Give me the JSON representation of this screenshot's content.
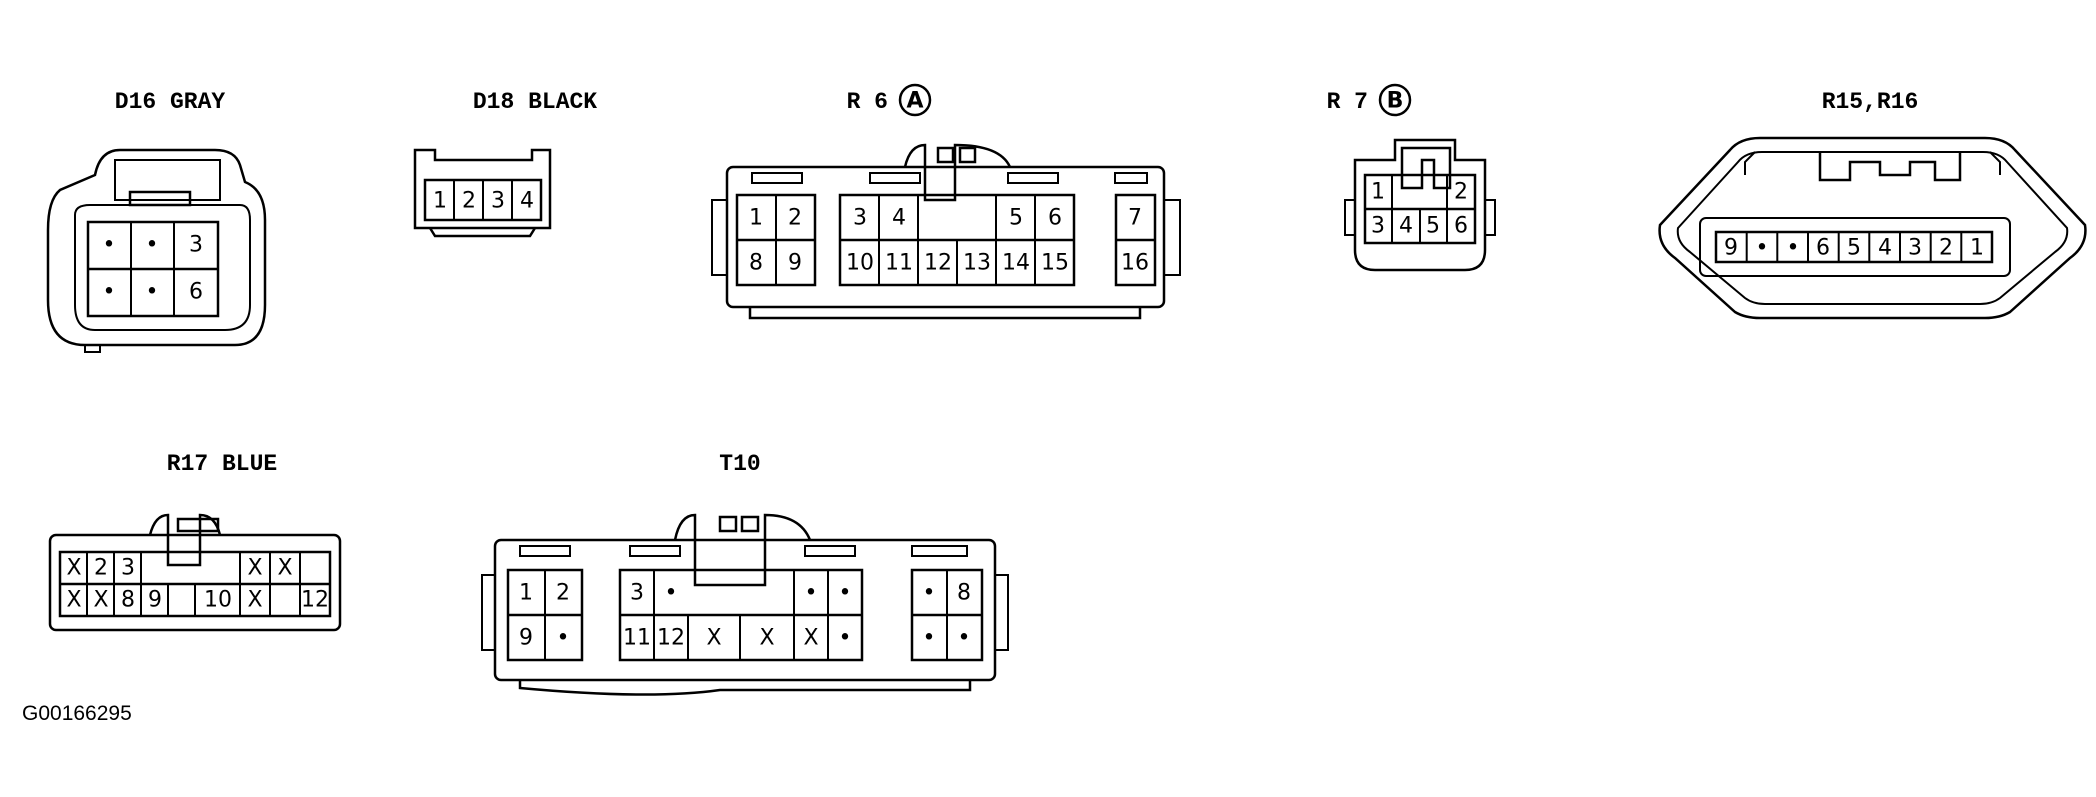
{
  "figure_id": "G00166295",
  "connectors": [
    {
      "id": "d16",
      "title": "D16  GRAY",
      "rows": [
        [
          "•",
          "•",
          "3"
        ],
        [
          "•",
          "•",
          "6"
        ]
      ]
    },
    {
      "id": "d18",
      "title": "D18  BLACK",
      "rows": [
        [
          "1",
          "2",
          "3",
          "4"
        ]
      ]
    },
    {
      "id": "r6",
      "title": "R 6",
      "badge": "A",
      "groups": [
        {
          "rows": [
            [
              "1",
              "2"
            ],
            [
              "8",
              "9"
            ]
          ]
        },
        {
          "rows": [
            [
              "3",
              "4",
              "",
              "",
              "5",
              "6"
            ],
            [
              "10",
              "11",
              "12",
              "13",
              "14",
              "15"
            ]
          ]
        },
        {
          "rows": [
            [
              "7"
            ],
            [
              "16"
            ]
          ]
        }
      ]
    },
    {
      "id": "r7",
      "title": "R 7",
      "badge": "B",
      "rows": [
        [
          "1",
          "",
          "",
          "2"
        ],
        [
          "3",
          "4",
          "5",
          "6"
        ]
      ]
    },
    {
      "id": "r15",
      "title": "R15,R16",
      "rows": [
        [
          "9",
          "•",
          "•",
          "6",
          "5",
          "4",
          "3",
          "2",
          "1"
        ]
      ]
    },
    {
      "id": "r17",
      "title": "R17  BLUE",
      "rows": [
        [
          "X",
          "2",
          "3",
          "",
          "",
          "X",
          "X"
        ],
        [
          "X",
          "X",
          "8",
          "9",
          "10",
          "X",
          "12"
        ]
      ]
    },
    {
      "id": "t10",
      "title": "T10",
      "groups": [
        {
          "rows": [
            [
              "1",
              "2"
            ],
            [
              "9",
              "•"
            ]
          ]
        },
        {
          "rows": [
            [
              "3",
              "•",
              "",
              "",
              "•",
              "•"
            ],
            [
              "11",
              "12",
              "X",
              "X",
              "X",
              "•"
            ]
          ]
        },
        {
          "rows": [
            [
              "•",
              "8"
            ],
            [
              "•",
              "•"
            ]
          ]
        }
      ]
    }
  ]
}
